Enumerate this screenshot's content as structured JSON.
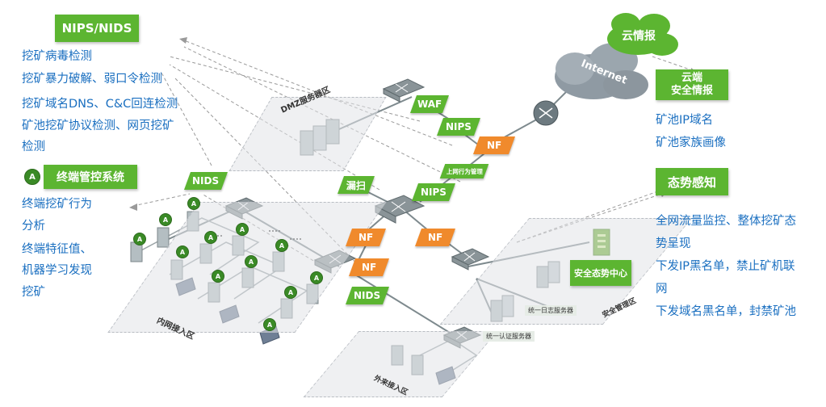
{
  "nips_nids_panel": {
    "title": "NIPS/NIDS",
    "items": [
      "挖矿病毒检测",
      "挖矿暴力破解、弱口令检测",
      "挖矿域名DNS、C&C回连检测",
      "矿池挖矿协议检测、网页挖矿",
      "检测"
    ]
  },
  "terminal_panel": {
    "title": "终端管控系统",
    "items": [
      "终端挖矿行为",
      "分析",
      "终端特征值、",
      "机器学习发现",
      "挖矿"
    ]
  },
  "cloud_intel": {
    "cloud_label": "云情报",
    "title_line1": "云端",
    "title_line2": "安全情报",
    "items": [
      "矿池IP域名",
      "矿池家族画像"
    ]
  },
  "situation": {
    "title": "态势感知",
    "items": [
      "全网流量监控、整体挖矿态",
      "势呈现",
      "下发IP黑名单，禁止矿机联",
      "网",
      "下发域名黑名单，封禁矿池"
    ]
  },
  "network": {
    "internet": "Internet",
    "waf": "WAF",
    "nips_top": "NIPS",
    "nips_mid": "NIPS",
    "nf_top": "NF",
    "nf_mid": "NF",
    "nf_left": "NF",
    "nf_bottom": "NF",
    "behavior_mgmt": "上网行为管理",
    "scan": "漏扫",
    "nids_top": "NIDS",
    "nids_bottom": "NIDS",
    "center": "安全态势中心",
    "log_server": "统一日志服务器",
    "auth_server": "统一认证服务器"
  },
  "zones": {
    "dmz": "DMZ服务器区",
    "internal": "内网接入区",
    "security": "安全管理区",
    "external": "外来接入区"
  },
  "icon_letter": "A",
  "colors": {
    "green": "#5cb531",
    "orange": "#f08a2c",
    "text_blue": "#1a6fc0"
  }
}
